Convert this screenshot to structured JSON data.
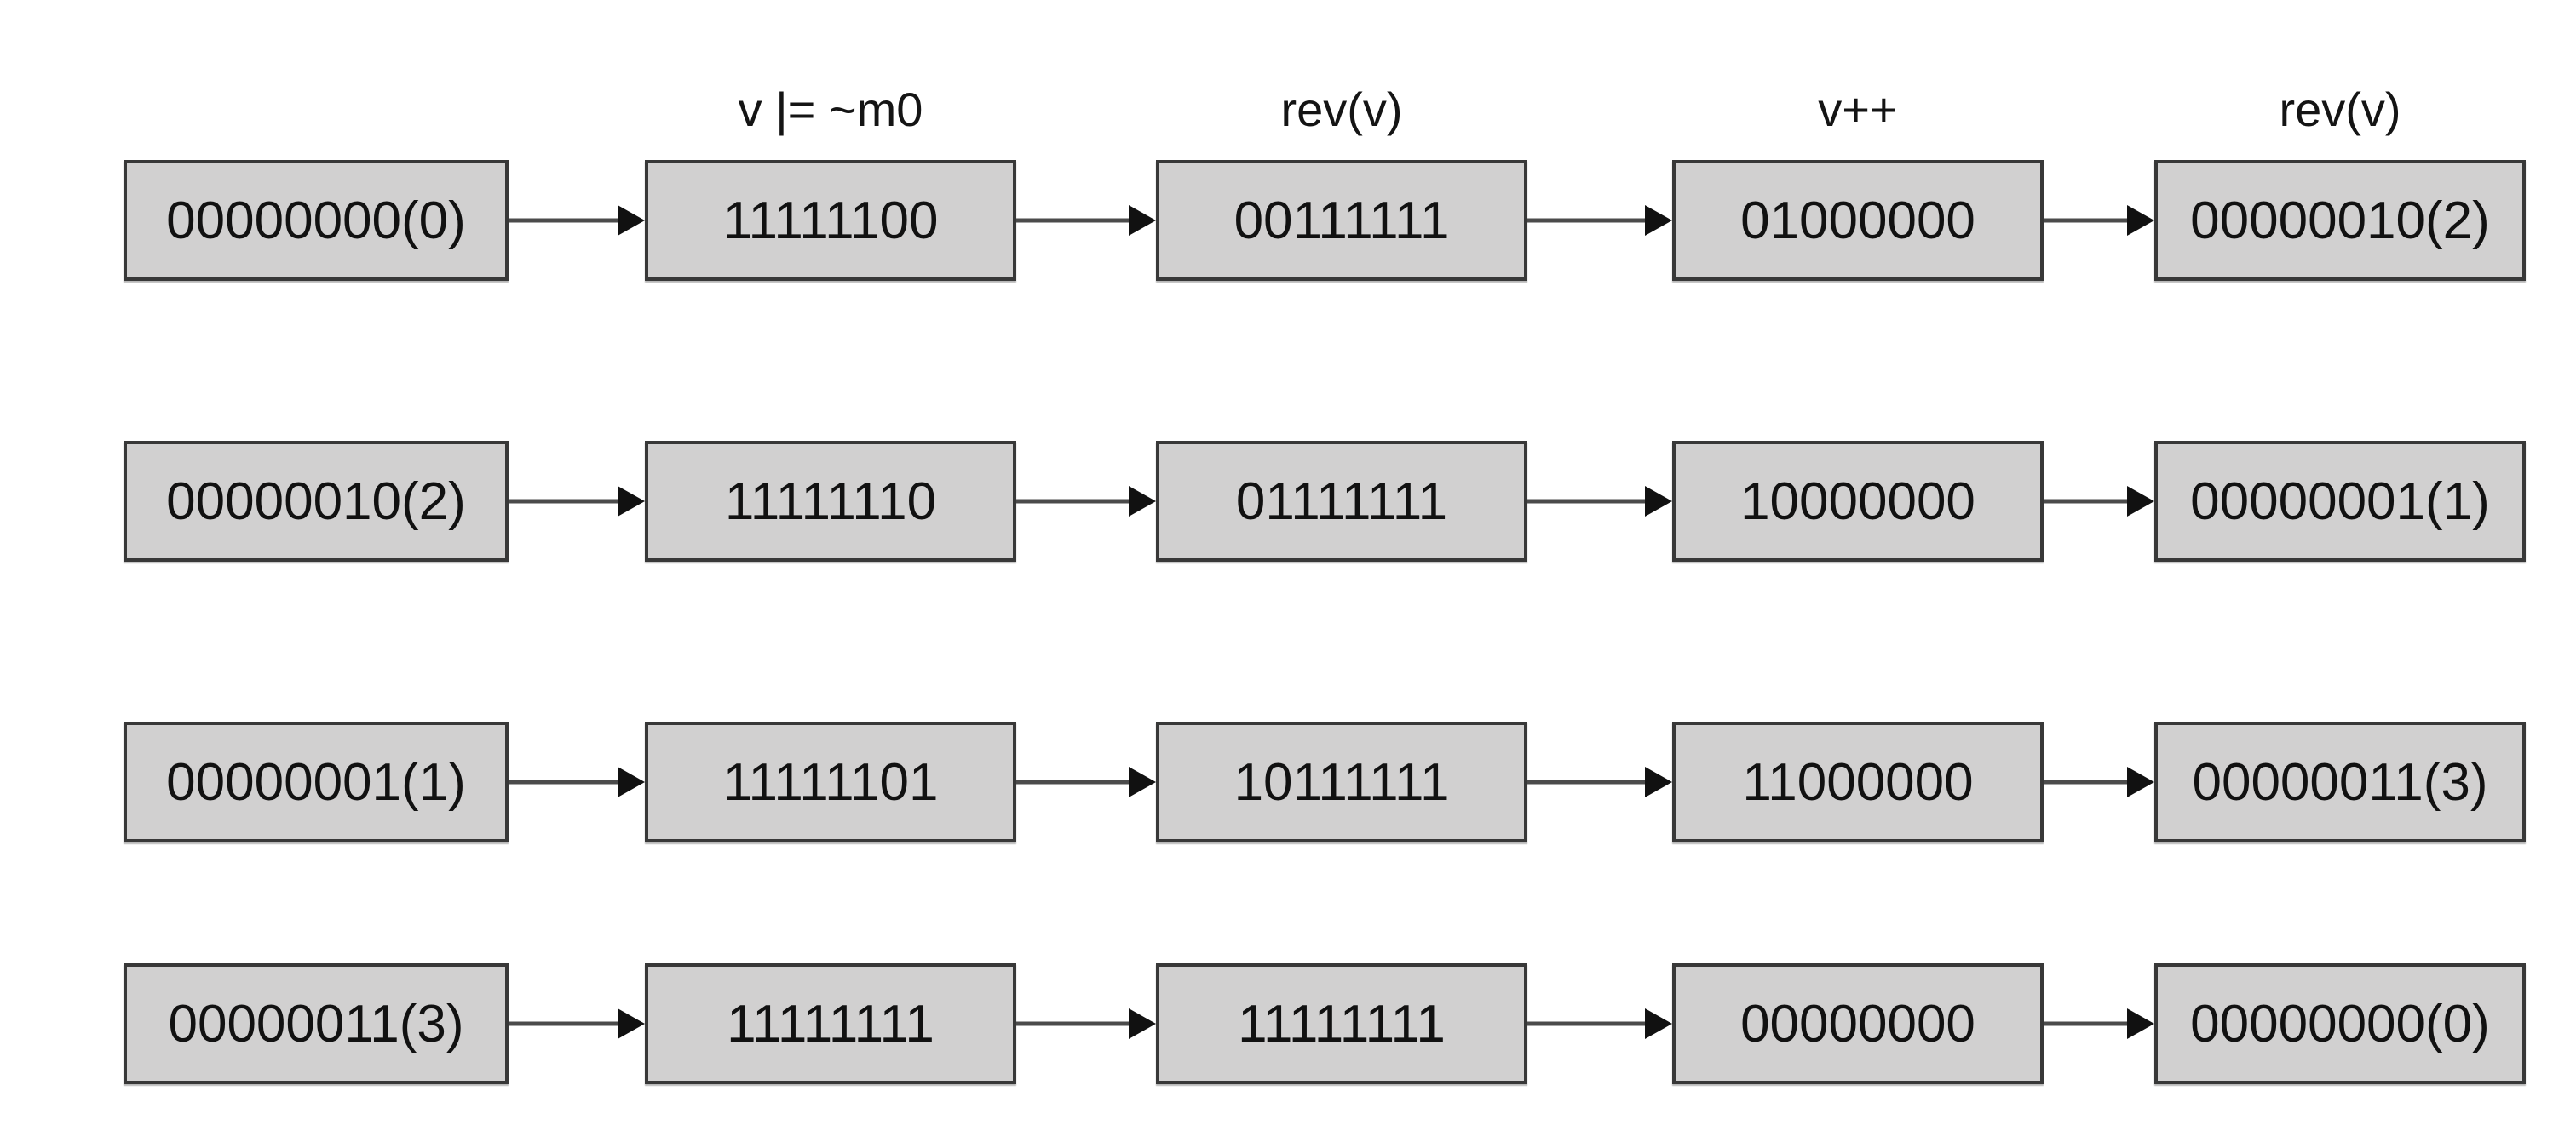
{
  "diagram": {
    "description": "bit-reversed-counter-steps",
    "headers": [
      {
        "label": "v |= ~m0"
      },
      {
        "label": "rev(v)"
      },
      {
        "label": "v++"
      },
      {
        "label": "rev(v)"
      }
    ],
    "rows": [
      {
        "cells": [
          "00000000(0)",
          "11111100",
          "00111111",
          "01000000",
          "00000010(2)"
        ]
      },
      {
        "cells": [
          "00000010(2)",
          "11111110",
          "01111111",
          "10000000",
          "00000001(1)"
        ]
      },
      {
        "cells": [
          "00000001(1)",
          "11111101",
          "10111111",
          "11000000",
          "00000011(3)"
        ]
      },
      {
        "cells": [
          "00000011(3)",
          "11111111",
          "11111111",
          "00000000",
          "00000000(0)"
        ]
      }
    ],
    "colors": {
      "background": "#ffffff",
      "box_fill": "#d1d0d0",
      "box_border": "#383838",
      "text": "#111111",
      "arrow_line": "#4b4b4b",
      "arrow_head": "#111111"
    }
  }
}
